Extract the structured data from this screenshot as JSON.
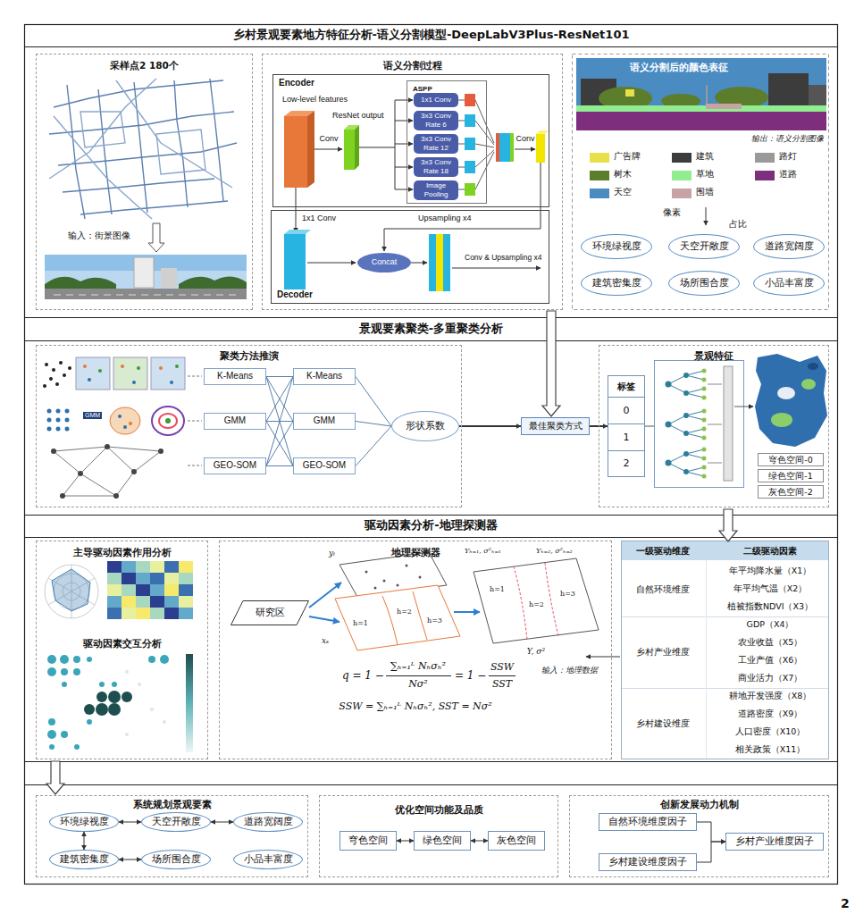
{
  "diagram": {
    "nodes": [
      {
        "text": [
          "乡村景观要素地方特征分析-语义分割模型-DeepLabV3Plus-ResNet101"
        ]
      },
      {
        "text": [
          "采样点2 180个",
          "输入：街景图像"
        ]
      },
      {
        "text": [
          "语义分割过程"
        ]
      },
      {
        "text": [
          "Encoder"
        ],
        "in": 2
      },
      {
        "text": [
          "ASPP"
        ],
        "in": 3
      },
      {
        "text": [
          "1x1 Conv"
        ],
        "in": 4
      },
      {
        "text": [
          "3x3 Conv Rate 6"
        ],
        "in": 4
      },
      {
        "text": [
          "3x3 Conv Rate 12"
        ],
        "in": 4
      },
      {
        "text": [
          "3x3 Conv Rate 18"
        ],
        "in": 4
      },
      {
        "text": [
          "Image Pooling"
        ],
        "in": 4
      },
      {
        "text": [
          "Decoder"
        ],
        "in": 2
      },
      {
        "text": [
          "Concat"
        ],
        "in": 10
      },
      {
        "text": [
          "环境绿视度"
        ]
      },
      {
        "text": [
          "天空开敞度"
        ]
      },
      {
        "text": [
          "道路宽阔度"
        ]
      },
      {
        "text": [
          "建筑密集度"
        ]
      },
      {
        "text": [
          "场所围合度"
        ]
      },
      {
        "text": [
          "小品丰富度"
        ]
      },
      {
        "text": [
          "景观要素聚类-多重聚类分析"
        ]
      },
      {
        "text": [
          "聚类方法推演"
        ]
      },
      {
        "text": [
          "K-Means"
        ],
        "in": 19
      },
      {
        "text": [
          "GMM"
        ],
        "in": 19
      },
      {
        "text": [
          "GEO-SOM"
        ],
        "in": 19
      },
      {
        "text": [
          "K-Means"
        ],
        "in": 19
      },
      {
        "text": [
          "GMM"
        ],
        "in": 19
      },
      {
        "text": [
          "GEO-SOM"
        ],
        "in": 19
      },
      {
        "text": [
          "形状系数"
        ],
        "in": 19
      },
      {
        "text": [
          "最佳聚类方式"
        ]
      },
      {
        "text": [
          "景观特征"
        ]
      },
      {
        "text": [
          "标签"
        ],
        "in": 28
      },
      {
        "text": [
          "0"
        ],
        "in": 29
      },
      {
        "text": [
          "1"
        ],
        "in": 29
      },
      {
        "text": [
          "2"
        ],
        "in": 29
      },
      {
        "text": [
          "穹色空间-0"
        ],
        "in": 28
      },
      {
        "text": [
          "绿色空间-1"
        ],
        "in": 28
      },
      {
        "text": [
          "灰色空间-2"
        ],
        "in": 28
      },
      {
        "text": [
          "驱动因素分析-地理探测器"
        ]
      },
      {
        "text": [
          "主导驱动因素作用分析",
          "驱动因素交互分析"
        ]
      },
      {
        "text": [
          "地理探测器"
        ]
      },
      {
        "text": [
          "研究区"
        ],
        "in": 38
      },
      {
        "text": [
          "系统规划景观要素"
        ]
      },
      {
        "text": [
          "环境绿视度"
        ],
        "in": 40
      },
      {
        "text": [
          "天空开敞度"
        ],
        "in": 40
      },
      {
        "text": [
          "道路宽阔度"
        ],
        "in": 40
      },
      {
        "text": [
          "建筑密集度"
        ],
        "in": 40
      },
      {
        "text": [
          "场所围合度"
        ],
        "in": 40
      },
      {
        "text": [
          "小品丰富度"
        ],
        "in": 40
      },
      {
        "text": [
          "优化空间功能及品质"
        ]
      },
      {
        "text": [
          "穹色空间"
        ],
        "in": 47
      },
      {
        "text": [
          "绿色空间"
        ],
        "in": 47
      },
      {
        "text": [
          "灰色空间"
        ],
        "in": 47
      },
      {
        "text": [
          "创新发展动力机制"
        ]
      },
      {
        "text": [
          "自然环境维度因子"
        ],
        "in": 51
      },
      {
        "text": [
          "乡村产业维度因子"
        ],
        "in": 51
      },
      {
        "text": [
          "乡村建设维度因子"
        ],
        "in": 51
      }
    ],
    "edges": [
      {
        "from": 20,
        "to": 23,
        "arrow": "none"
      },
      {
        "from": 20,
        "to": 24,
        "arrow": "none"
      },
      {
        "from": 20,
        "to": 25,
        "arrow": "none"
      },
      {
        "from": 21,
        "to": 23,
        "arrow": "none"
      },
      {
        "from": 21,
        "to": 24,
        "arrow": "none"
      },
      {
        "from": 21,
        "to": 25,
        "arrow": "none"
      },
      {
        "from": 22,
        "to": 23,
        "arrow": "none"
      },
      {
        "from": 22,
        "to": 24,
        "arrow": "none"
      },
      {
        "from": 22,
        "to": 25,
        "arrow": "none"
      },
      {
        "from": 23,
        "to": 26,
        "arrow": "none"
      },
      {
        "from": 24,
        "to": 26,
        "arrow": "none"
      },
      {
        "from": 25,
        "to": 26,
        "arrow": "none"
      },
      {
        "from": 26,
        "to": 27,
        "arrow": "to"
      },
      {
        "from": 27,
        "to": 29,
        "arrow": "to"
      },
      {
        "from": 48,
        "to": 49,
        "arrow": "both"
      },
      {
        "from": 49,
        "to": 50,
        "arrow": "both"
      },
      {
        "from": 52,
        "to": 53,
        "arrow": "to"
      },
      {
        "from": 54,
        "to": 53,
        "arrow": "to"
      },
      {
        "from": 41,
        "to": 42,
        "arrow": "both"
      },
      {
        "from": 42,
        "to": 43,
        "arrow": "both"
      },
      {
        "from": 41,
        "to": 44,
        "arrow": "both"
      },
      {
        "from": 44,
        "to": 45,
        "arrow": "both"
      }
    ],
    "labels": [
      "语义分割后的颜色表征",
      "输出：语义分割图像",
      "Low-level features",
      "ResNet output",
      "Conv",
      "Conv",
      "1x1 Conv",
      "Upsampling x4",
      "Conv & Upsampling x4",
      "像素",
      "占比",
      "yᵢ",
      "xₛ",
      "h=1",
      "h=2",
      "h=3",
      "Yₕ₌₁, σ²ₕ₌₁",
      "Yₕ₌₂, σ²ₕ₌₂",
      "h=1",
      "h=2",
      "h=3",
      "Y, σ²",
      "q = 1 −",
      "∑ₕ₌₁ᴸ Nₕσₕ²",
      "Nσ²",
      "= 1 −",
      "SSW",
      "SST",
      "SSW = ∑ₕ₌₁ᴸ Nₕσₕ², SST = Nσ²",
      "输入：地理数据",
      "一级驱动维度",
      "二级驱动因素",
      "自然环境维度",
      "年平均降水量（X1）",
      "年平均气温（X2）",
      "植被指数NDVI（X3）",
      "乡村产业维度",
      "GDP（X4）",
      "农业收益（X5）",
      "工业产值（X6）",
      "商业活力（X7）",
      "乡村建设维度",
      "耕地开发强度（X8）",
      "道路密度（X9）",
      "人口密度（X10）",
      "相关政策（X11）",
      "2",
      "GMM"
    ],
    "legend": [
      {
        "text": "广告牌",
        "color": "#e8e04a"
      },
      {
        "text": "建筑",
        "color": "#3c3c3c"
      },
      {
        "text": "路灯",
        "color": "#9a9a9a"
      },
      {
        "text": "树木",
        "color": "#5c7e2c"
      },
      {
        "text": "草地",
        "color": "#90ee90"
      },
      {
        "text": "道路",
        "color": "#7d2f7d"
      },
      {
        "text": "天空",
        "color": "#4a8bc2"
      },
      {
        "text": "围墙",
        "color": "#c7a3a3"
      }
    ]
  }
}
